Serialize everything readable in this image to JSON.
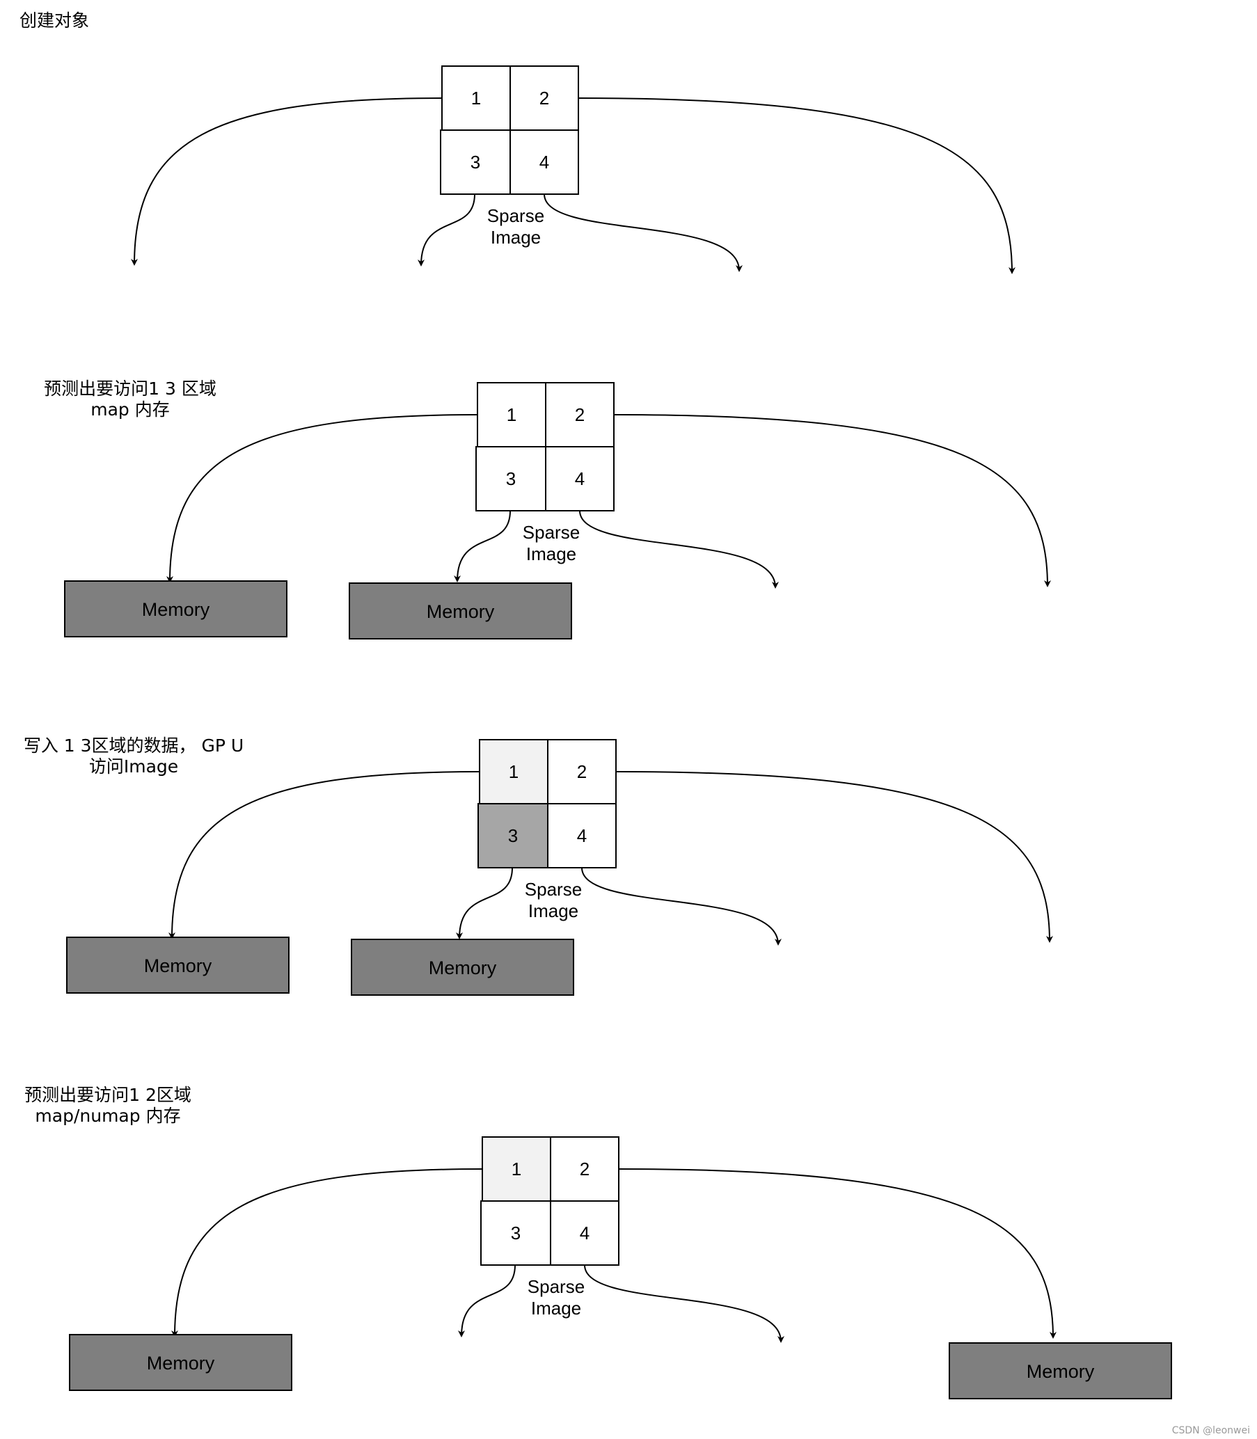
{
  "panels": [
    {
      "caption": [
        "创建对象"
      ],
      "cells": [
        {
          "label": "1",
          "fill": "#ffffff"
        },
        {
          "label": "2",
          "fill": "#ffffff"
        },
        {
          "label": "3",
          "fill": "#ffffff"
        },
        {
          "label": "4",
          "fill": "#ffffff"
        }
      ],
      "image_label": [
        "Sparse",
        "Image"
      ],
      "memory_blocks": []
    },
    {
      "caption": [
        "预测出要访问1 3 区域",
        "map 内存"
      ],
      "cells": [
        {
          "label": "1",
          "fill": "#ffffff"
        },
        {
          "label": "2",
          "fill": "#ffffff"
        },
        {
          "label": "3",
          "fill": "#ffffff"
        },
        {
          "label": "4",
          "fill": "#ffffff"
        }
      ],
      "image_label": [
        "Sparse",
        "Image"
      ],
      "memory_blocks": [
        {
          "label": "Memory",
          "target": "left"
        },
        {
          "label": "Memory",
          "target": "cell3"
        }
      ]
    },
    {
      "caption": [
        "写入 1 3区域的数据， GP U",
        "访问Image"
      ],
      "cells": [
        {
          "label": "1",
          "fill": "#f2f2f2"
        },
        {
          "label": "2",
          "fill": "#ffffff"
        },
        {
          "label": "3",
          "fill": "#a6a6a6"
        },
        {
          "label": "4",
          "fill": "#ffffff"
        }
      ],
      "image_label": [
        "Sparse",
        "Image"
      ],
      "memory_blocks": [
        {
          "label": "Memory",
          "target": "left"
        },
        {
          "label": "Memory",
          "target": "cell3"
        }
      ]
    },
    {
      "caption": [
        "预测出要访问1 2区域",
        "map/numap 内存"
      ],
      "cells": [
        {
          "label": "1",
          "fill": "#f2f2f2"
        },
        {
          "label": "2",
          "fill": "#ffffff"
        },
        {
          "label": "3",
          "fill": "#ffffff"
        },
        {
          "label": "4",
          "fill": "#ffffff"
        }
      ],
      "image_label": [
        "Sparse",
        "Image"
      ],
      "memory_blocks": [
        {
          "label": "Memory",
          "target": "left"
        },
        {
          "label": "Memory",
          "target": "right"
        }
      ]
    }
  ],
  "watermark": "CSDN @leonwei",
  "colors": {
    "memory_fill": "#7f7f7f",
    "line": "#000000"
  }
}
